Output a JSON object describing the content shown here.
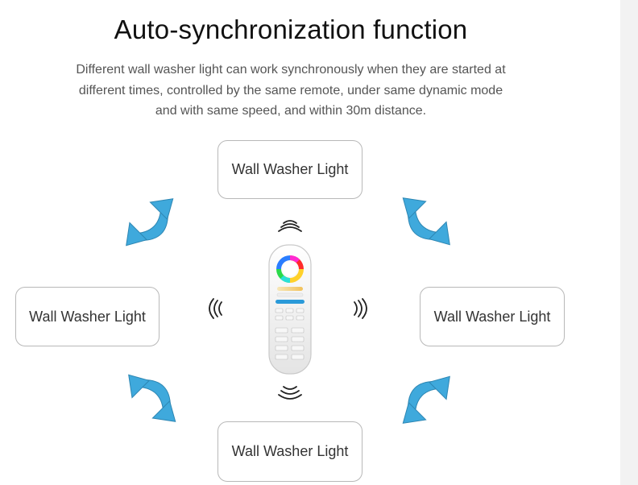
{
  "title": "Auto-synchronization function",
  "description": {
    "line1": "Different wall washer light can work synchronously when they are started at",
    "line2": "different times, controlled by the same remote, under same dynamic mode",
    "line3": "and with same speed, and within 30m distance."
  },
  "nodes": {
    "top": "Wall Washer Light",
    "left": "Wall Washer Light",
    "right": "Wall Washer Light",
    "bottom": "Wall Washer Light"
  },
  "colors": {
    "arrow": "#3fa9dc",
    "arrow_stroke": "#2d86b3",
    "node_border": "#b8b8b8",
    "title": "#111111",
    "description": "#555555"
  },
  "icons": {
    "remote": "remote-control-icon",
    "signal": "wireless-signal-icon",
    "arrows": "curved-double-arrow-icon"
  }
}
